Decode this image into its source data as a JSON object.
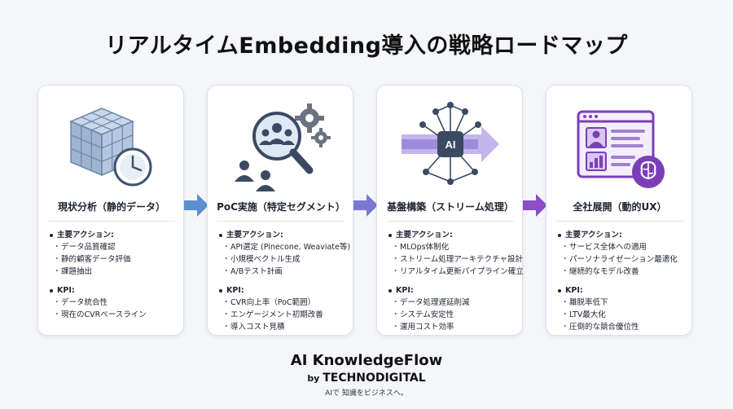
{
  "title": "リアルタイムEmbedding導入の戦略ロードマップ",
  "cards": [
    {
      "title": "現状分析（静的データ）",
      "actions_head": "主要アクション:",
      "actions": [
        "データ品質確認",
        "静的顧客データ評価",
        "課題抽出"
      ],
      "kpi_head": "KPI:",
      "kpis": [
        "データ統合性",
        "現在のCVRベースライン"
      ]
    },
    {
      "title": "PoC実施（特定セグメント）",
      "actions_head": "主要アクション:",
      "actions": [
        "API選定 (Pinecone, Weaviate等)",
        "小規模ベクトル生成",
        "A/Bテスト計画"
      ],
      "kpi_head": "KPI:",
      "kpis": [
        "CVR向上率（PoC範囲）",
        "エンゲージメント初期改善",
        "導入コスト見積"
      ]
    },
    {
      "title": "基盤構築（ストリーム処理）",
      "actions_head": "主要アクション:",
      "actions": [
        "MLOps体制化",
        "ストリーム処理アーキテクチャ設計",
        "リアルタイム更新パイプライン確立"
      ],
      "kpi_head": "KPI:",
      "kpis": [
        "データ処理遅延削減",
        "システム安定性",
        "運用コスト効率"
      ]
    },
    {
      "title": "全社展開（動的UX）",
      "actions_head": "主要アクション:",
      "actions": [
        "サービス全体への適用",
        "パーソナライゼーション最適化",
        "継続的なモデル改善"
      ],
      "kpi_head": "KPI:",
      "kpis": [
        "離脱率低下",
        "LTV最大化",
        "圧倒的な競合優位性"
      ]
    }
  ],
  "icons": {
    "card1": "database-cube-clock-icon",
    "card2": "magnifier-people-gears-icon",
    "card3": "ai-network-arrow-icon",
    "card4": "personalized-screen-brain-icon"
  },
  "colors": {
    "arrow1": "#5b8fd0",
    "arrow2": "#7b78d4",
    "arrow3": "#8a4fc4",
    "accent_purple": "#7a3fb8"
  },
  "footer": {
    "brand": "AI KnowledgeFlow",
    "by": "by",
    "company": "TECHNODIGITAL",
    "tagline": "AIで 知識をビジネスへ。"
  }
}
